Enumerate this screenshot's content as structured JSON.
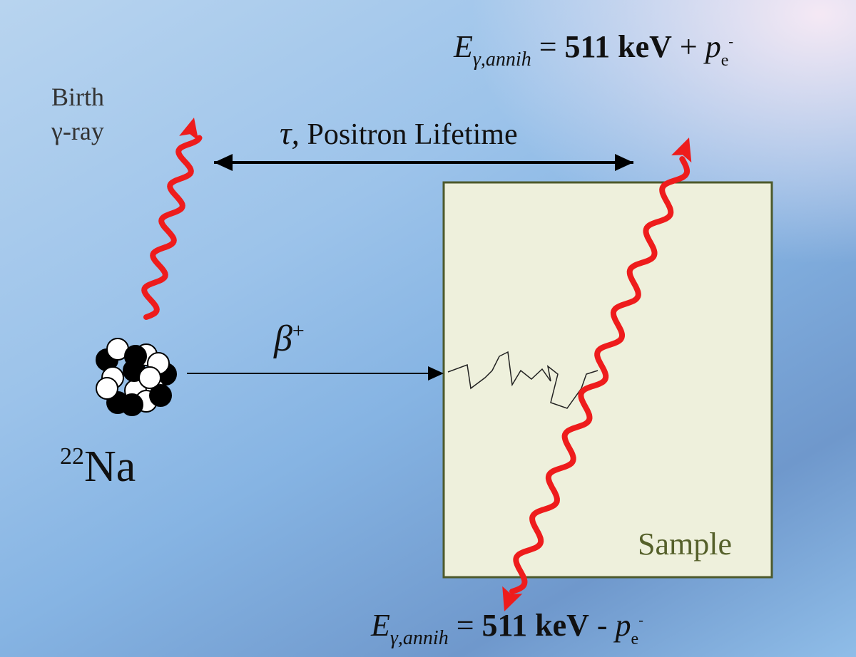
{
  "labels": {
    "birth_line1": "Birth",
    "birth_line2": "γ-ray",
    "lifetime_symbol": "τ,",
    "lifetime_text": "Positron Lifetime",
    "beta_symbol": "β",
    "beta_sup": "+",
    "isotope_mass": "22",
    "isotope_symbol": "Na",
    "sample": "Sample"
  },
  "equation_top": {
    "E": "E",
    "sub": "γ,annih",
    "eq": "=",
    "value": "511 keV",
    "op": "+",
    "p": "p",
    "p_sub": "e",
    "p_sup": "-"
  },
  "equation_bottom": {
    "E": "E",
    "sub": "γ,annih",
    "eq": "=",
    "value": "511 keV",
    "op": "-",
    "p": "p",
    "p_sub": "e",
    "p_sup": "-"
  },
  "colors": {
    "gamma_ray": "#ee1c1c",
    "sample_fill": "#eef0dc",
    "sample_border": "#4d5a2c",
    "arrow": "#000000"
  }
}
